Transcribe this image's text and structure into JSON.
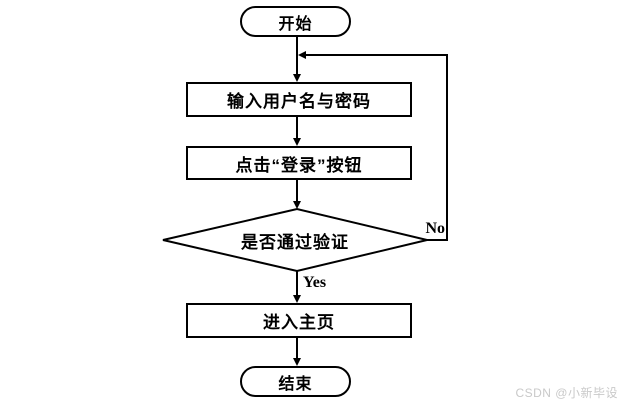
{
  "flowchart": {
    "nodes": {
      "start": {
        "type": "terminator",
        "label": "开始"
      },
      "input": {
        "type": "process",
        "label": "输入用户名与密码"
      },
      "click_login": {
        "type": "process",
        "label": "点击“登录”按钮"
      },
      "verify": {
        "type": "decision",
        "label": "是否通过验证"
      },
      "home": {
        "type": "process",
        "label": "进入主页"
      },
      "end": {
        "type": "terminator",
        "label": "结束"
      }
    },
    "edges": [
      {
        "from": "start",
        "to": "input",
        "label": ""
      },
      {
        "from": "input",
        "to": "click_login",
        "label": ""
      },
      {
        "from": "click_login",
        "to": "verify",
        "label": ""
      },
      {
        "from": "verify",
        "to": "home",
        "label": "Yes"
      },
      {
        "from": "verify",
        "to": "input",
        "label": "No"
      },
      {
        "from": "home",
        "to": "end",
        "label": ""
      }
    ],
    "edge_labels": {
      "yes": "Yes",
      "no": "No"
    }
  },
  "watermark": {
    "text": "CSDN @小新毕设",
    "color": "#c9c9c9"
  },
  "colors": {
    "line": "#000000",
    "background": "#ffffff"
  }
}
